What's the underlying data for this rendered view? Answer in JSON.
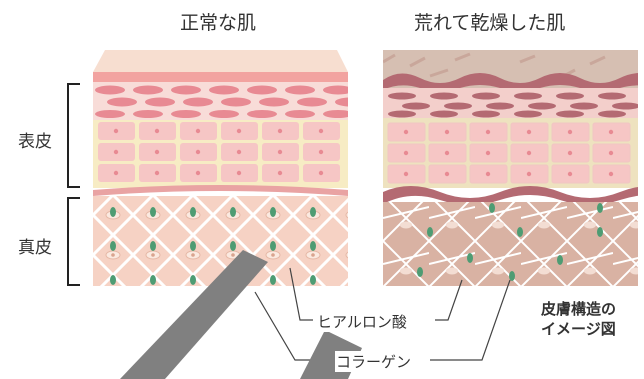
{
  "titles": {
    "normal": "正常な肌",
    "dry": "荒れて乾燥した肌"
  },
  "layers": {
    "epidermis": "表皮",
    "dermis": "真皮"
  },
  "callouts": {
    "hyaluronic_acid": "ヒアルロン酸",
    "collagen": "コラーゲン"
  },
  "note": {
    "line1": "皮膚構造の",
    "line2": "イメージ図"
  },
  "colors": {
    "stratum_top": "#f7ded0",
    "stratum_line": "#f2a3a0",
    "cell_oval": "#e88a93",
    "cell_oval_bg": "#f8dcd8",
    "cell_square": "#f6c6c5",
    "cell_bg": "#f7ecc4",
    "basement": "#e9a3a3",
    "dermis": "#f6d2c4",
    "dermis_dry": "#d9b2a3",
    "fiber": "#ffffff",
    "hyaluronic": "#4e9c73",
    "dry_top": "#d6bfb2",
    "dry_wave": "#b46a72",
    "bracket": "#222222",
    "pointer": "#808080"
  }
}
